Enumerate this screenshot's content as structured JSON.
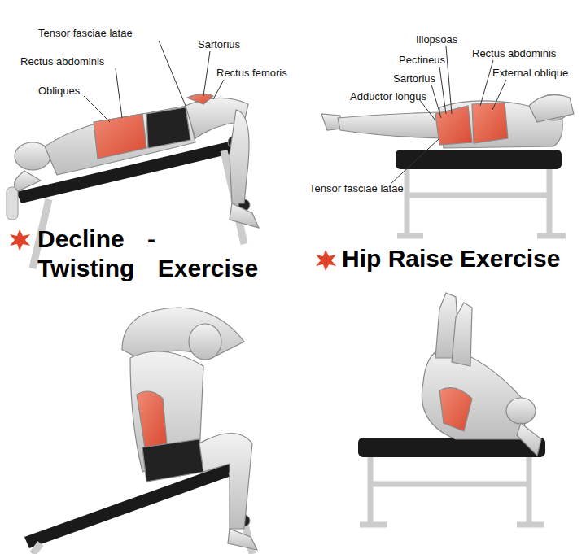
{
  "diagram": {
    "labels": [
      "Tensor fasciae latae",
      "Sartorius",
      "Rectus abdominis",
      "Rectus femoris",
      "Obliques",
      "Iliopsoas",
      "Pectineus",
      "Rectus abdominis",
      "Sartorius",
      "External oblique",
      "Adductor longus",
      "Tensor fasciae latae",
      "Decline - Twisting Exercise",
      "Hip Raise Exercise"
    ]
  }
}
